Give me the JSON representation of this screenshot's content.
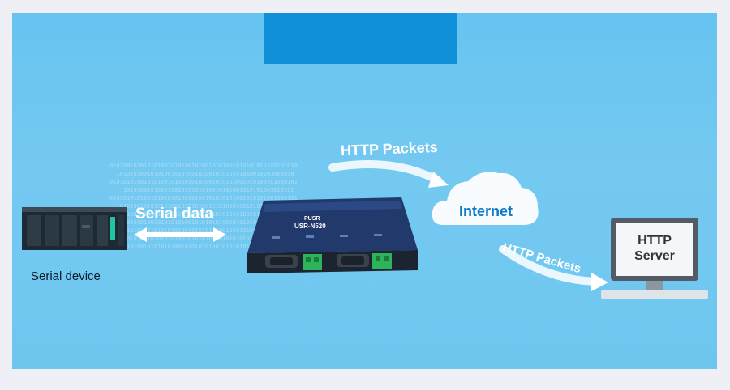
{
  "labels": {
    "serial_data": "Serial data",
    "serial_device": "Serial device",
    "http_packets_top": "HTTP Packets",
    "http_packets_bottom": "HTTP Packets",
    "internet": "Internet",
    "server_line1": "HTTP",
    "server_line2": "Server",
    "device_brand": "PUSR",
    "device_model": "USR-N520"
  },
  "icons": {
    "plc": "serial-device-icon",
    "router": "usr-n520-device-icon",
    "cloud": "cloud-icon",
    "monitor": "monitor-icon"
  },
  "colors": {
    "background": "#6ec6ef",
    "top_tab": "#0f90d8",
    "internet_text": "#0d79c9",
    "arrow": "#ffffff"
  }
}
